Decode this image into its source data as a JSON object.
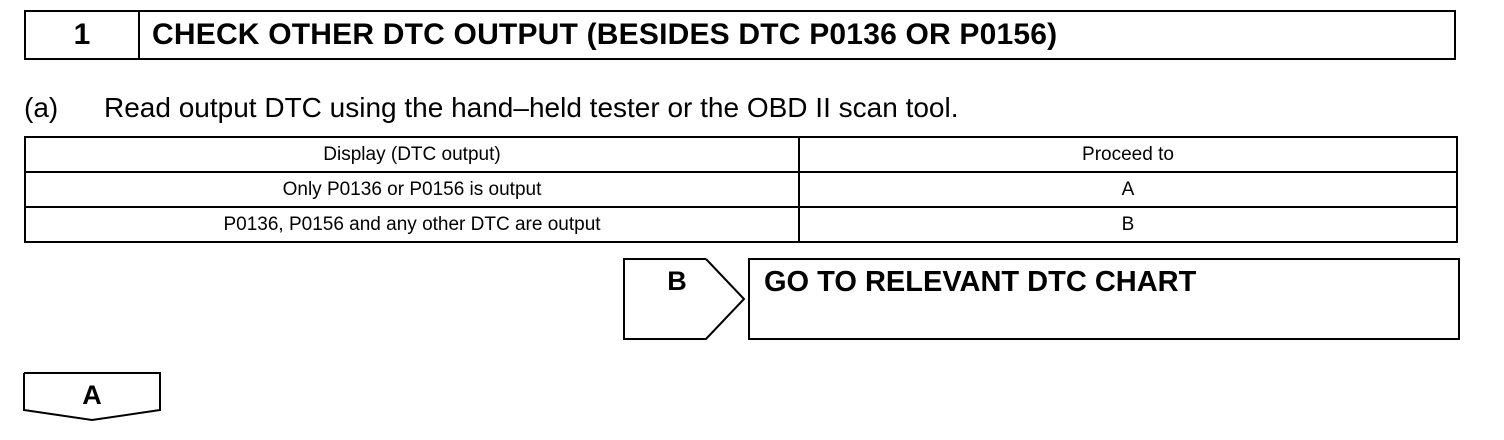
{
  "step": {
    "number": "1",
    "title": "CHECK OTHER DTC OUTPUT (BESIDES DTC P0136 OR P0156)"
  },
  "instruction": {
    "label": "(a)",
    "text": "Read output DTC using the hand–held tester or the OBD II scan tool."
  },
  "table": {
    "headers": [
      "Display (DTC output)",
      "Proceed to"
    ],
    "rows": [
      [
        "Only P0136 or P0156 is output",
        "A"
      ],
      [
        "P0136, P0156 and any other DTC are output",
        "B"
      ]
    ]
  },
  "result_b": {
    "label": "B",
    "outcome": "GO TO RELEVANT DTC CHART"
  },
  "result_a": {
    "label": "A"
  }
}
